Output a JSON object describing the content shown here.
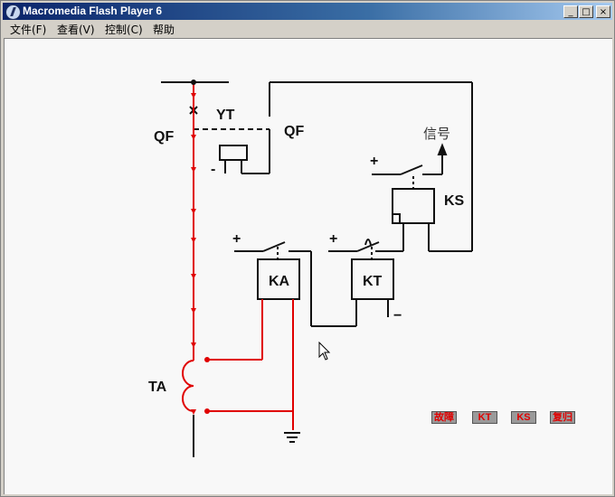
{
  "window": {
    "title": "Macromedia Flash Player 6"
  },
  "window_controls": {
    "minimize": "_",
    "maximize": "□",
    "close": "×"
  },
  "menu": {
    "items": [
      "文件(F)",
      "查看(V)",
      "控制(C)",
      "帮助"
    ]
  },
  "diagram": {
    "labels": {
      "qf_left": "QF",
      "qf_right": "QF",
      "yt": "YT",
      "ks": "KS",
      "ka": "KA",
      "kt": "KT",
      "ta": "TA",
      "signal": "信号"
    },
    "signs": {
      "plus_ks": "+",
      "plus_ka": "+",
      "plus_kt": "+",
      "minus_yt": "-",
      "minus_kt": "−"
    },
    "colors": {
      "current_path": "#e00000",
      "wire": "#111111"
    }
  },
  "controls": {
    "buttons": [
      "故障",
      "KT",
      "KS",
      "复归"
    ]
  }
}
